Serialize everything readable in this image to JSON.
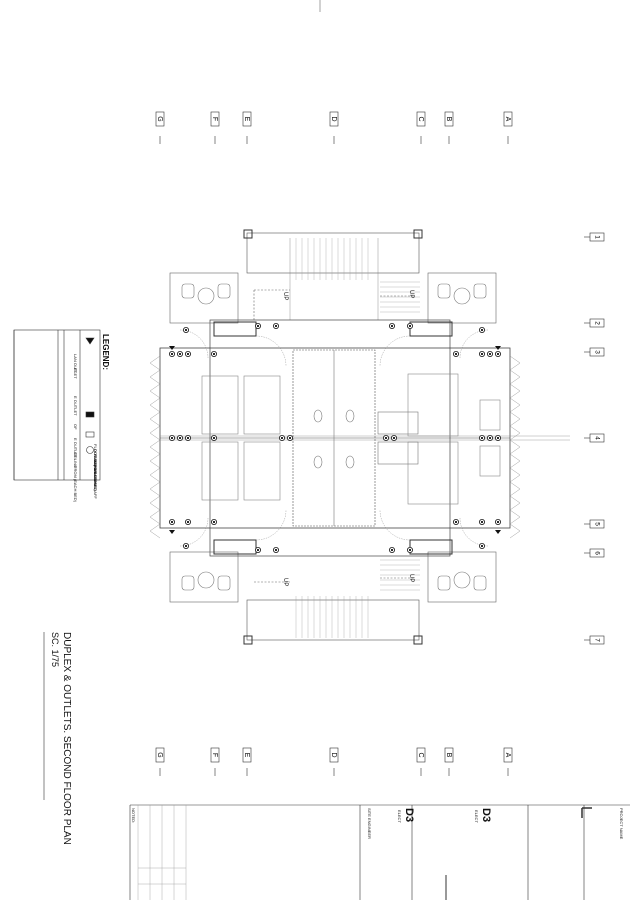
{
  "sheet": {
    "grid_letters": [
      "G",
      "F",
      "E",
      "D",
      "C",
      "B",
      "A"
    ],
    "grid_numbers": [
      "1",
      "2",
      "3",
      "4",
      "5",
      "6",
      "7"
    ],
    "drawing_title": "DUPLEX & OUTLETS. SECOND FLOOR PLAN",
    "scale": "SC. 1/75",
    "up_label": "UP",
    "legend": {
      "title": "LEGEND:",
      "left_items": [
        "LAN OUTLET",
        "ET",
        "",
        "E OUTLET",
        "",
        "OF",
        "E OUTLET",
        "CEILING",
        "FROM (EACH BED)"
      ],
      "right_items": [
        "FLOOR POP-UP BOX",
        "OUTLET(PANASONIC)",
        "PANASONIC DME DAFF",
        "MAIN",
        "MAIN",
        "LOAD",
        "",
        "MAIN"
      ]
    },
    "title_block": {
      "project_name": "PROJECT NAME",
      "notes_label": "NOTED:",
      "engineer_label": "SITE ENGINEER",
      "sheet_code": "D3",
      "sheet_code_2": "D3",
      "sheet_sub": "ELECT",
      "sheet_sub_2": "ELECT"
    }
  }
}
